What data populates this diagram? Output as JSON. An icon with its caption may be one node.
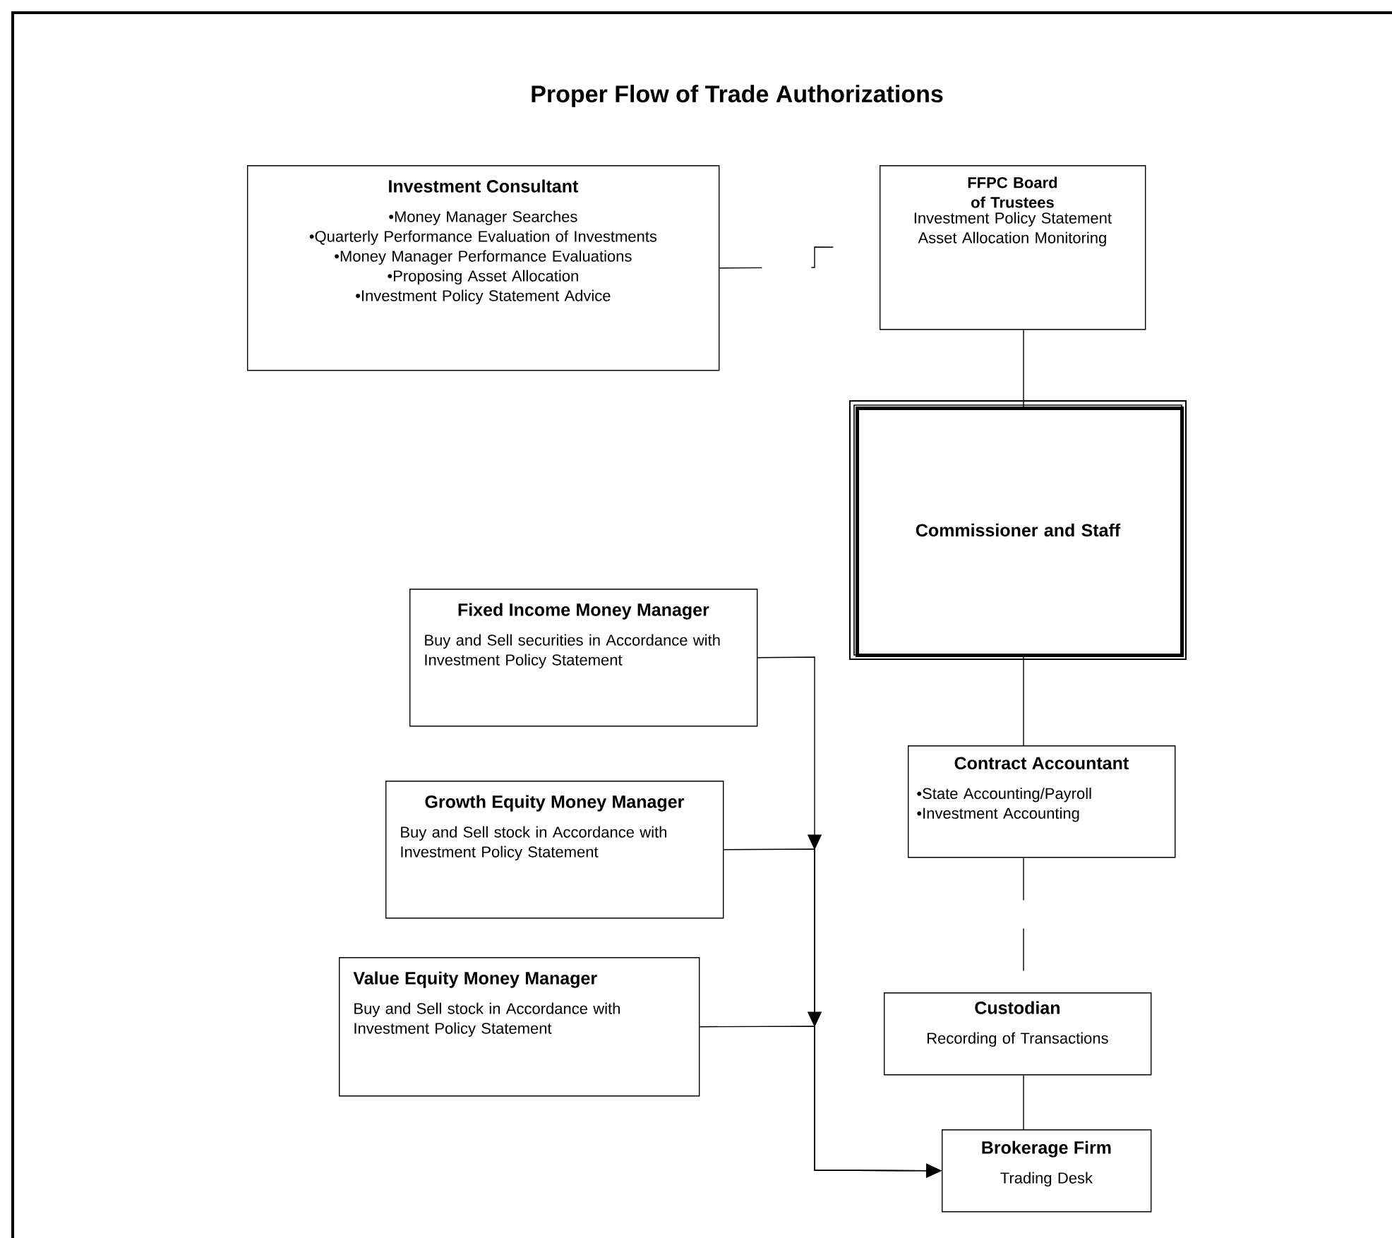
{
  "diagram": {
    "title": "Proper Flow of Trade Authorizations",
    "nodes": [
      {
        "text": [
          "Investment Consultant",
          "•Money Manager Searches",
          "•Quarterly Performance Evaluation of Investments",
          "•Money Manager Performance Evaluations",
          "•Proposing Asset Allocation",
          "•Investment Policy Statement Advice"
        ]
      },
      {
        "text": [
          "FFPC Board of Trustees",
          "Investment Policy Statement",
          "Asset Allocation Monitoring"
        ]
      },
      {
        "text": [
          "Commissioner and Staff"
        ]
      },
      {
        "text": [
          "Fixed Income Money Manager",
          "Buy and Sell securities in Accordance with Investment Policy Statement"
        ]
      },
      {
        "text": [
          "Growth Equity Money Manager",
          "Buy and Sell stock in Accordance with Investment Policy Statement"
        ]
      },
      {
        "text": [
          "Contract Accountant",
          "•State Accounting/Payroll",
          "•Investment Accounting"
        ]
      },
      {
        "text": [
          "Value Equity Money Manager",
          "Buy and Sell stock in  Accordance with Investment Policy Statement"
        ]
      },
      {
        "text": [
          "Custodian",
          "Recording of Transactions"
        ]
      },
      {
        "text": [
          "Brokerage Firm",
          "Trading Desk"
        ]
      }
    ],
    "edges": [
      {
        "from": 0,
        "to": 1,
        "arrow": "none",
        "style": "dashed"
      },
      {
        "from": 1,
        "to": 2,
        "arrow": "none"
      },
      {
        "from": 2,
        "to": 5,
        "arrow": "none"
      },
      {
        "from": 5,
        "to": 7,
        "arrow": "none",
        "style": "dashed"
      },
      {
        "from": 7,
        "to": 8,
        "arrow": "none"
      },
      {
        "from": 3,
        "to": 8,
        "arrow": "to"
      },
      {
        "from": 4,
        "to": 8,
        "arrow": "to"
      },
      {
        "from": 6,
        "to": 8,
        "arrow": "to"
      }
    ]
  }
}
